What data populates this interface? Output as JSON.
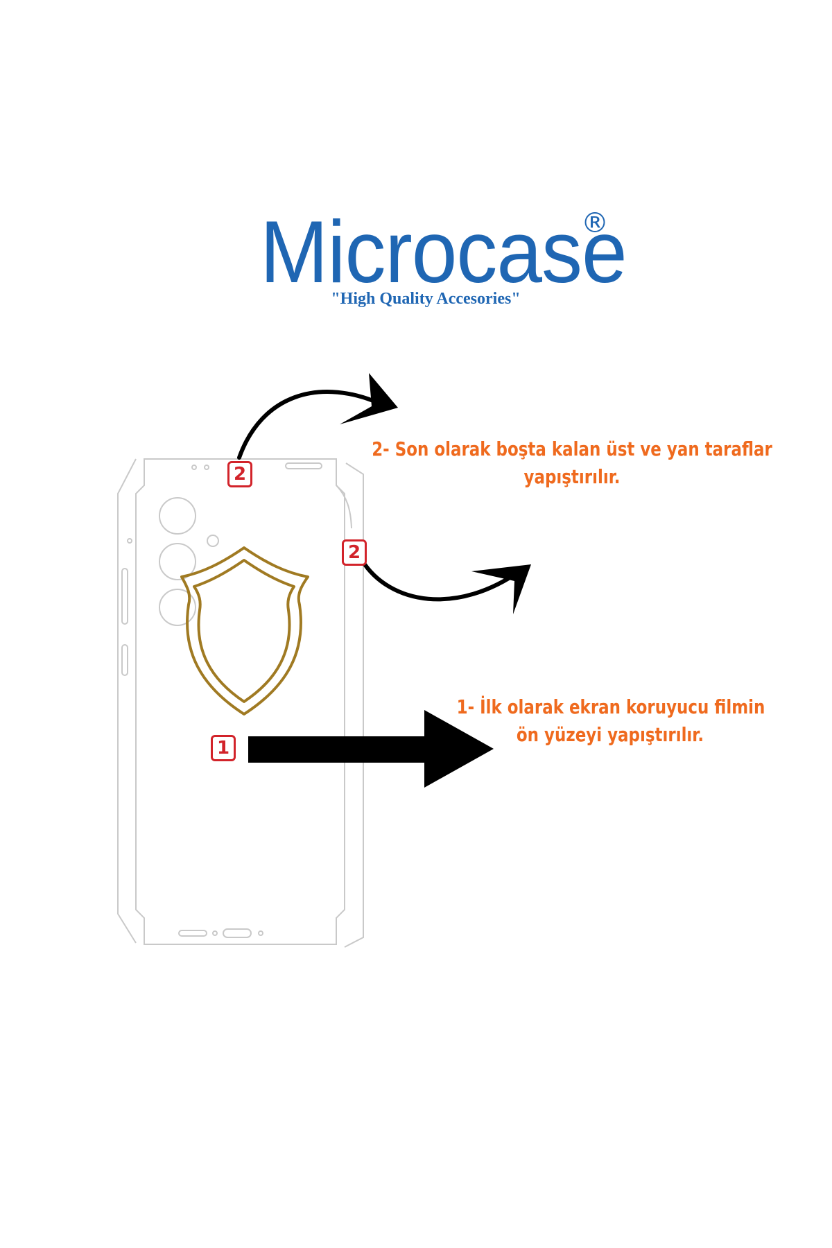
{
  "brand": {
    "name": "Microcase",
    "registered_mark": "®",
    "tagline": "\"High Quality Accesories\"",
    "color": "#1f66b3"
  },
  "steps": {
    "step2": {
      "line1": "2- Son olarak boşta kalan üst ve yan taraflar",
      "line2": "yapıştırılır."
    },
    "step1": {
      "line1": "1- İlk olarak ekran koruyucu filmin",
      "line2": "ön yüzeyi yapıştırılır."
    },
    "text_color": "#ef6a1e"
  },
  "badges": {
    "top": "2",
    "side": "2",
    "front": "1",
    "color": "#d2232a"
  },
  "icons": {
    "shield": "shield-outline-icon",
    "arrows": [
      "curved-arrow-icon",
      "curved-arrow-icon",
      "straight-arrow-icon"
    ]
  },
  "colors": {
    "shield": "#a07a22",
    "outline": "#c9c9c9",
    "arrow": "#000000"
  }
}
